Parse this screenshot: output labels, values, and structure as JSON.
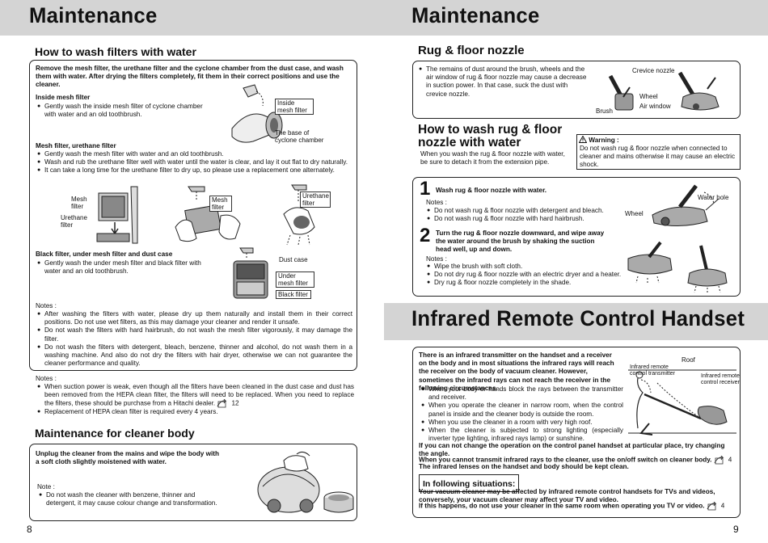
{
  "left": {
    "header": "Maintenance",
    "filters": {
      "title": "How to wash filters with water",
      "intro": "Remove the mesh filter, the urethane filter and the cyclone chamber from the dust case, and wash them with water.  After drying the filters completely, fit them in their correct positions and use the cleaner.",
      "inside_title": "Inside mesh filter",
      "inside_items": [
        "Gently wash the inside mesh filter of cyclone chamber with water and an old toothbrush."
      ],
      "inside_fig_labels": [
        "Inside mesh filter",
        "The base of cyclone chamber"
      ],
      "mesh_title": "Mesh filter, urethane filter",
      "mesh_items": [
        "Gently wash the mesh filter with water and an old toothbrush.",
        "Wash and rub the urethane filter well with water until the water is clear, and lay it out flat to dry naturally.",
        "It can take a long time for the urethane filter to dry up, so please use a replacement one alternately."
      ],
      "fig2_labels": [
        "Mesh filter",
        "Urethane filter",
        "Mesh filter",
        "Urethane filter"
      ],
      "black_title": "Black filter, under mesh filter and dust case",
      "black_items": [
        "Gently wash the under mesh filter and black filter with water and an old toothbrush."
      ],
      "black_fig_labels": [
        "Dust case",
        "Under mesh filter",
        "Black filter"
      ],
      "notes_label": "Notes :",
      "notes": [
        "After washing the filters with water, please dry up them naturally and install them in their correct positions.  Do not use wet filters, as this may damage your cleaner and render it unsafe.",
        "Do not wash the filters with hard hairbrush, do not wash the mesh filter vigorously, it may damage the filter.",
        "Do not wash the filters with detergent, bleach, benzene, thinner and alcohol, do not wash them in a washing machine.  And also do not dry the filters with hair dryer, otherwise we can not guarantee the cleaner performance and quality."
      ]
    },
    "notes2_label": "Notes :",
    "notes2": [
      "When suction power is weak, even though all the filters have been cleaned in the dust case and dust has been removed from the HEPA clean filter, the filters will need to be replaced.  When you need to replace the filters, these should be purchase from a Hitachi dealer.",
      "Replacement of HEPA clean filter is required every 4 years."
    ],
    "notes2_ref": "12",
    "body": {
      "title": "Maintenance for cleaner body",
      "intro": "Unplug the cleaner from the mains and wipe the body with a soft cloth slightly moistened with water.",
      "note_label": "Note :",
      "notes": [
        "Do not wash the cleaner with benzene, thinner and detergent, it may cause colour change and transformation."
      ]
    },
    "page_number": "8"
  },
  "right": {
    "header": "Maintenance",
    "rug": {
      "title": "Rug & floor nozzle",
      "items": [
        "The remains of dust around the brush, wheels and the air window of rug & floor nozzle may cause a decrease in suction power.  In that case, suck the dust with crevice nozzle."
      ],
      "fig_labels": [
        "Crevice nozzle",
        "Wheel",
        "Air window",
        "Brush"
      ]
    },
    "wash": {
      "title_line1": "How to wash rug & floor",
      "title_line2": "nozzle with water",
      "desc": "When you wash the rug & floor nozzle with water, be sure to detach it from the extension pipe.",
      "warning_title": "Warning :",
      "warning_text": "Do not wash rug & floor nozzle when connected to cleaner and mains otherwise it may cause an electric shock.",
      "step1_num": "1",
      "step1_title": "Wash rug & floor nozzle with water.",
      "step1_notes_label": "Notes :",
      "step1_notes": [
        "Do not wash rug & floor nozzle with detergent and bleach.",
        "Do not wash rug & floor nozzle with hard hairbrush."
      ],
      "step1_fig_labels": [
        "Water hole",
        "Wheel"
      ],
      "step2_num": "2",
      "step2_title": "Turn the rug & floor nozzle downward, and wipe away the water around the brush by shaking the suction head well, up and down.",
      "step2_notes_label": "Notes :",
      "step2_notes": [
        "Wipe the brush with soft cloth.",
        "Do not dry rug & floor nozzle with an electric dryer and a heater.",
        "Dry rug & floor nozzle completely in the shade."
      ]
    },
    "remote": {
      "header": "Infrared Remote Control Handset",
      "intro": "There is an infrared transmitter on the handset and a receiver on the body and in most situations the infrared rays will reach the receiver on the body of vacuum cleaner.  However, sometimes the infrared rays can not reach the receiver in the following circumstances.",
      "items": [
        "When your body or hands block the rays between the transmitter and receiver.",
        "When you operate the cleaner in narrow room, when the control panel is inside and the cleaner body is outside the room.",
        "When you use the cleaner in a room with very high roof.",
        "When the cleaner is subjected to strong lighting (especially inverter type lighting, infrared rays lamp) or sunshine."
      ],
      "fig_labels": [
        "Roof",
        "Infrared remote control transmitter",
        "Infrared remote control receiver"
      ],
      "para1": "If you can not change the operation on the control panel handset at particular place,  try changing the angle.",
      "para2": "When you cannot transmit infrared rays to the cleaner, use the on/off switch on cleaner body.",
      "para2_ref": "4",
      "para3": "The infrared lenses on the handset and body should be kept clean.",
      "situations_title": "In following situations:",
      "situations_text": "Your vacuum cleaner may be affected by infrared remote control handsets for TVs and videos, conversely, your vacuum cleaner may affect your TV and video.",
      "situations_text2": "If this happens, do not use your cleaner in the same room when operating you TV or video.",
      "situations_ref": "4"
    },
    "page_number": "9"
  }
}
